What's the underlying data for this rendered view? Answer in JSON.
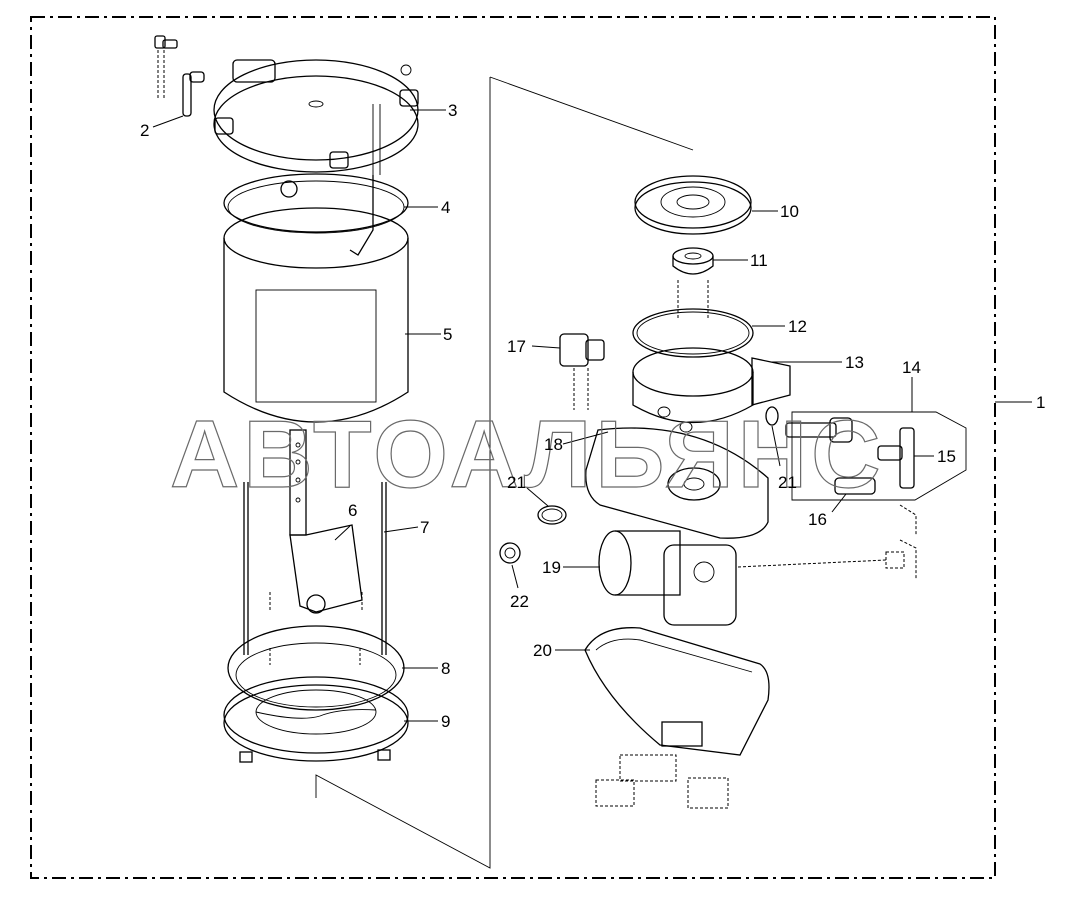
{
  "watermark": "АВТОАЛЬЯНС",
  "callouts": {
    "c1": "1",
    "c2": "2",
    "c3": "3",
    "c4": "4",
    "c5": "5",
    "c6": "6",
    "c7": "7",
    "c8": "8",
    "c9": "9",
    "c10": "10",
    "c11": "11",
    "c12": "12",
    "c13": "13",
    "c14": "14",
    "c15": "15",
    "c16": "16",
    "c17": "17",
    "c18": "18",
    "c19": "19",
    "c20": "20",
    "c21a": "21",
    "c21b": "21",
    "c22": "22"
  }
}
